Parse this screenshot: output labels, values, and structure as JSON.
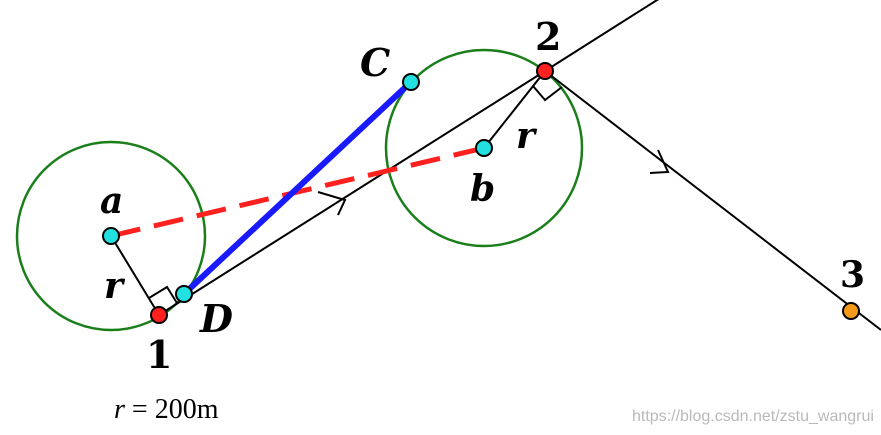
{
  "labels": {
    "a": "a",
    "b": "b",
    "C": "C",
    "D": "D",
    "r_left": "r",
    "r_right": "r",
    "wp1": "1",
    "wp2": "2",
    "wp3": "3"
  },
  "caption": {
    "r_symbol": "r",
    "r_value": " = 200m"
  },
  "watermark": "https://blog.csdn.net/zstu_wangrui",
  "colors": {
    "circle": "#1a7f1a",
    "path": "#000000",
    "tangent": "#1a1aff",
    "dashed": "#ff2020",
    "center_point": "#22e0e0",
    "waypoint": "#ff2020",
    "waypoint_next": "#f39a1a"
  }
}
